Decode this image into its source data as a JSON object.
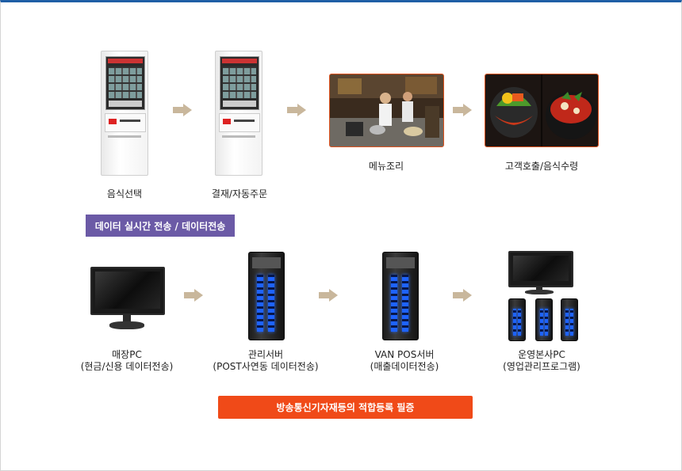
{
  "top_row": {
    "step1_label": "음식선택",
    "step2_label": "결재/자동주문",
    "step3_label": "메뉴조리",
    "step4_label": "고객호출/음식수령"
  },
  "data_badge": "데이터 실시간 전송 / 데이터전송",
  "bottom_row": {
    "node1_line1": "매장PC",
    "node1_line2": "(현금/신용 데이터전송)",
    "node2_line1": "관리서버",
    "node2_line2": "(POST사연동 데이터전송)",
    "node3_line1": "VAN POS서버",
    "node3_line2": "(매출데이터전송)",
    "node4_line1": "운영본사PC",
    "node4_line2": "(영업관리프로그램)"
  },
  "notice_badge": "방송통신기자재등의 적합등록 필증",
  "colors": {
    "arrow": "#c9b79c",
    "purple": "#6b5aa6",
    "orange": "#f04a18",
    "photo_border": "#e0511c",
    "top_border": "#1f5fa6"
  }
}
